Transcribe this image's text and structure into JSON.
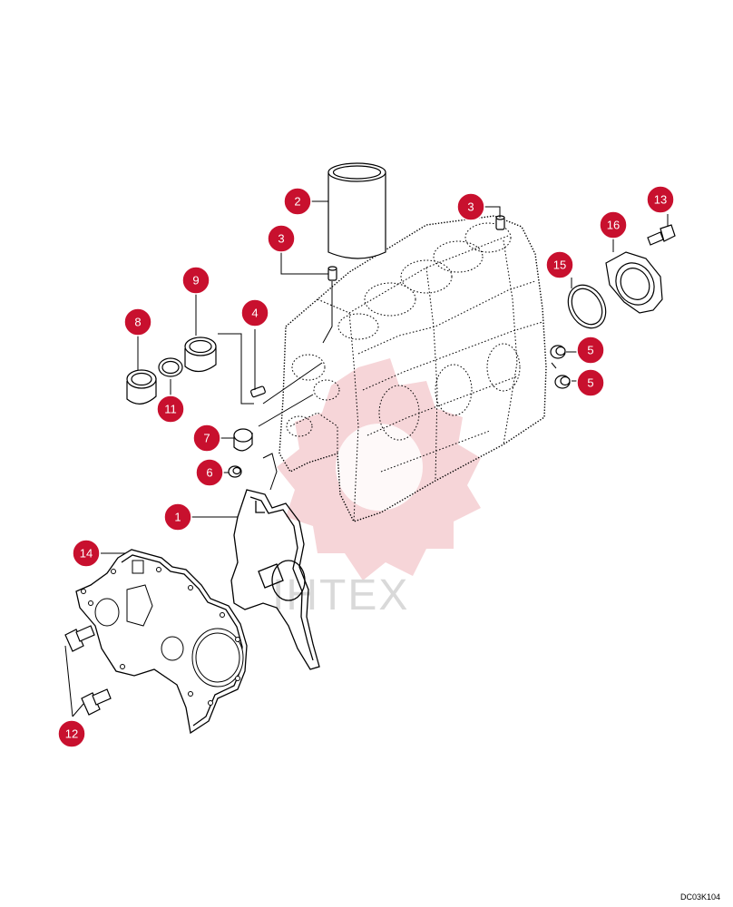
{
  "drawing_code": "DC03K104",
  "watermark": {
    "text": "IHTEX",
    "color": "#f3c7cb"
  },
  "callout_color": "#c8102e",
  "callouts": [
    {
      "id": "c2",
      "label": "2"
    },
    {
      "id": "c3a",
      "label": "3"
    },
    {
      "id": "c3b",
      "label": "3"
    },
    {
      "id": "c13",
      "label": "13"
    },
    {
      "id": "c16",
      "label": "16"
    },
    {
      "id": "c15",
      "label": "15"
    },
    {
      "id": "c9",
      "label": "9"
    },
    {
      "id": "c4",
      "label": "4"
    },
    {
      "id": "c8",
      "label": "8"
    },
    {
      "id": "c5a",
      "label": "5"
    },
    {
      "id": "c5b",
      "label": "5"
    },
    {
      "id": "c11",
      "label": "11"
    },
    {
      "id": "c7",
      "label": "7"
    },
    {
      "id": "c6",
      "label": "6"
    },
    {
      "id": "c1",
      "label": "1"
    },
    {
      "id": "c14",
      "label": "14"
    },
    {
      "id": "c12",
      "label": "12"
    }
  ]
}
